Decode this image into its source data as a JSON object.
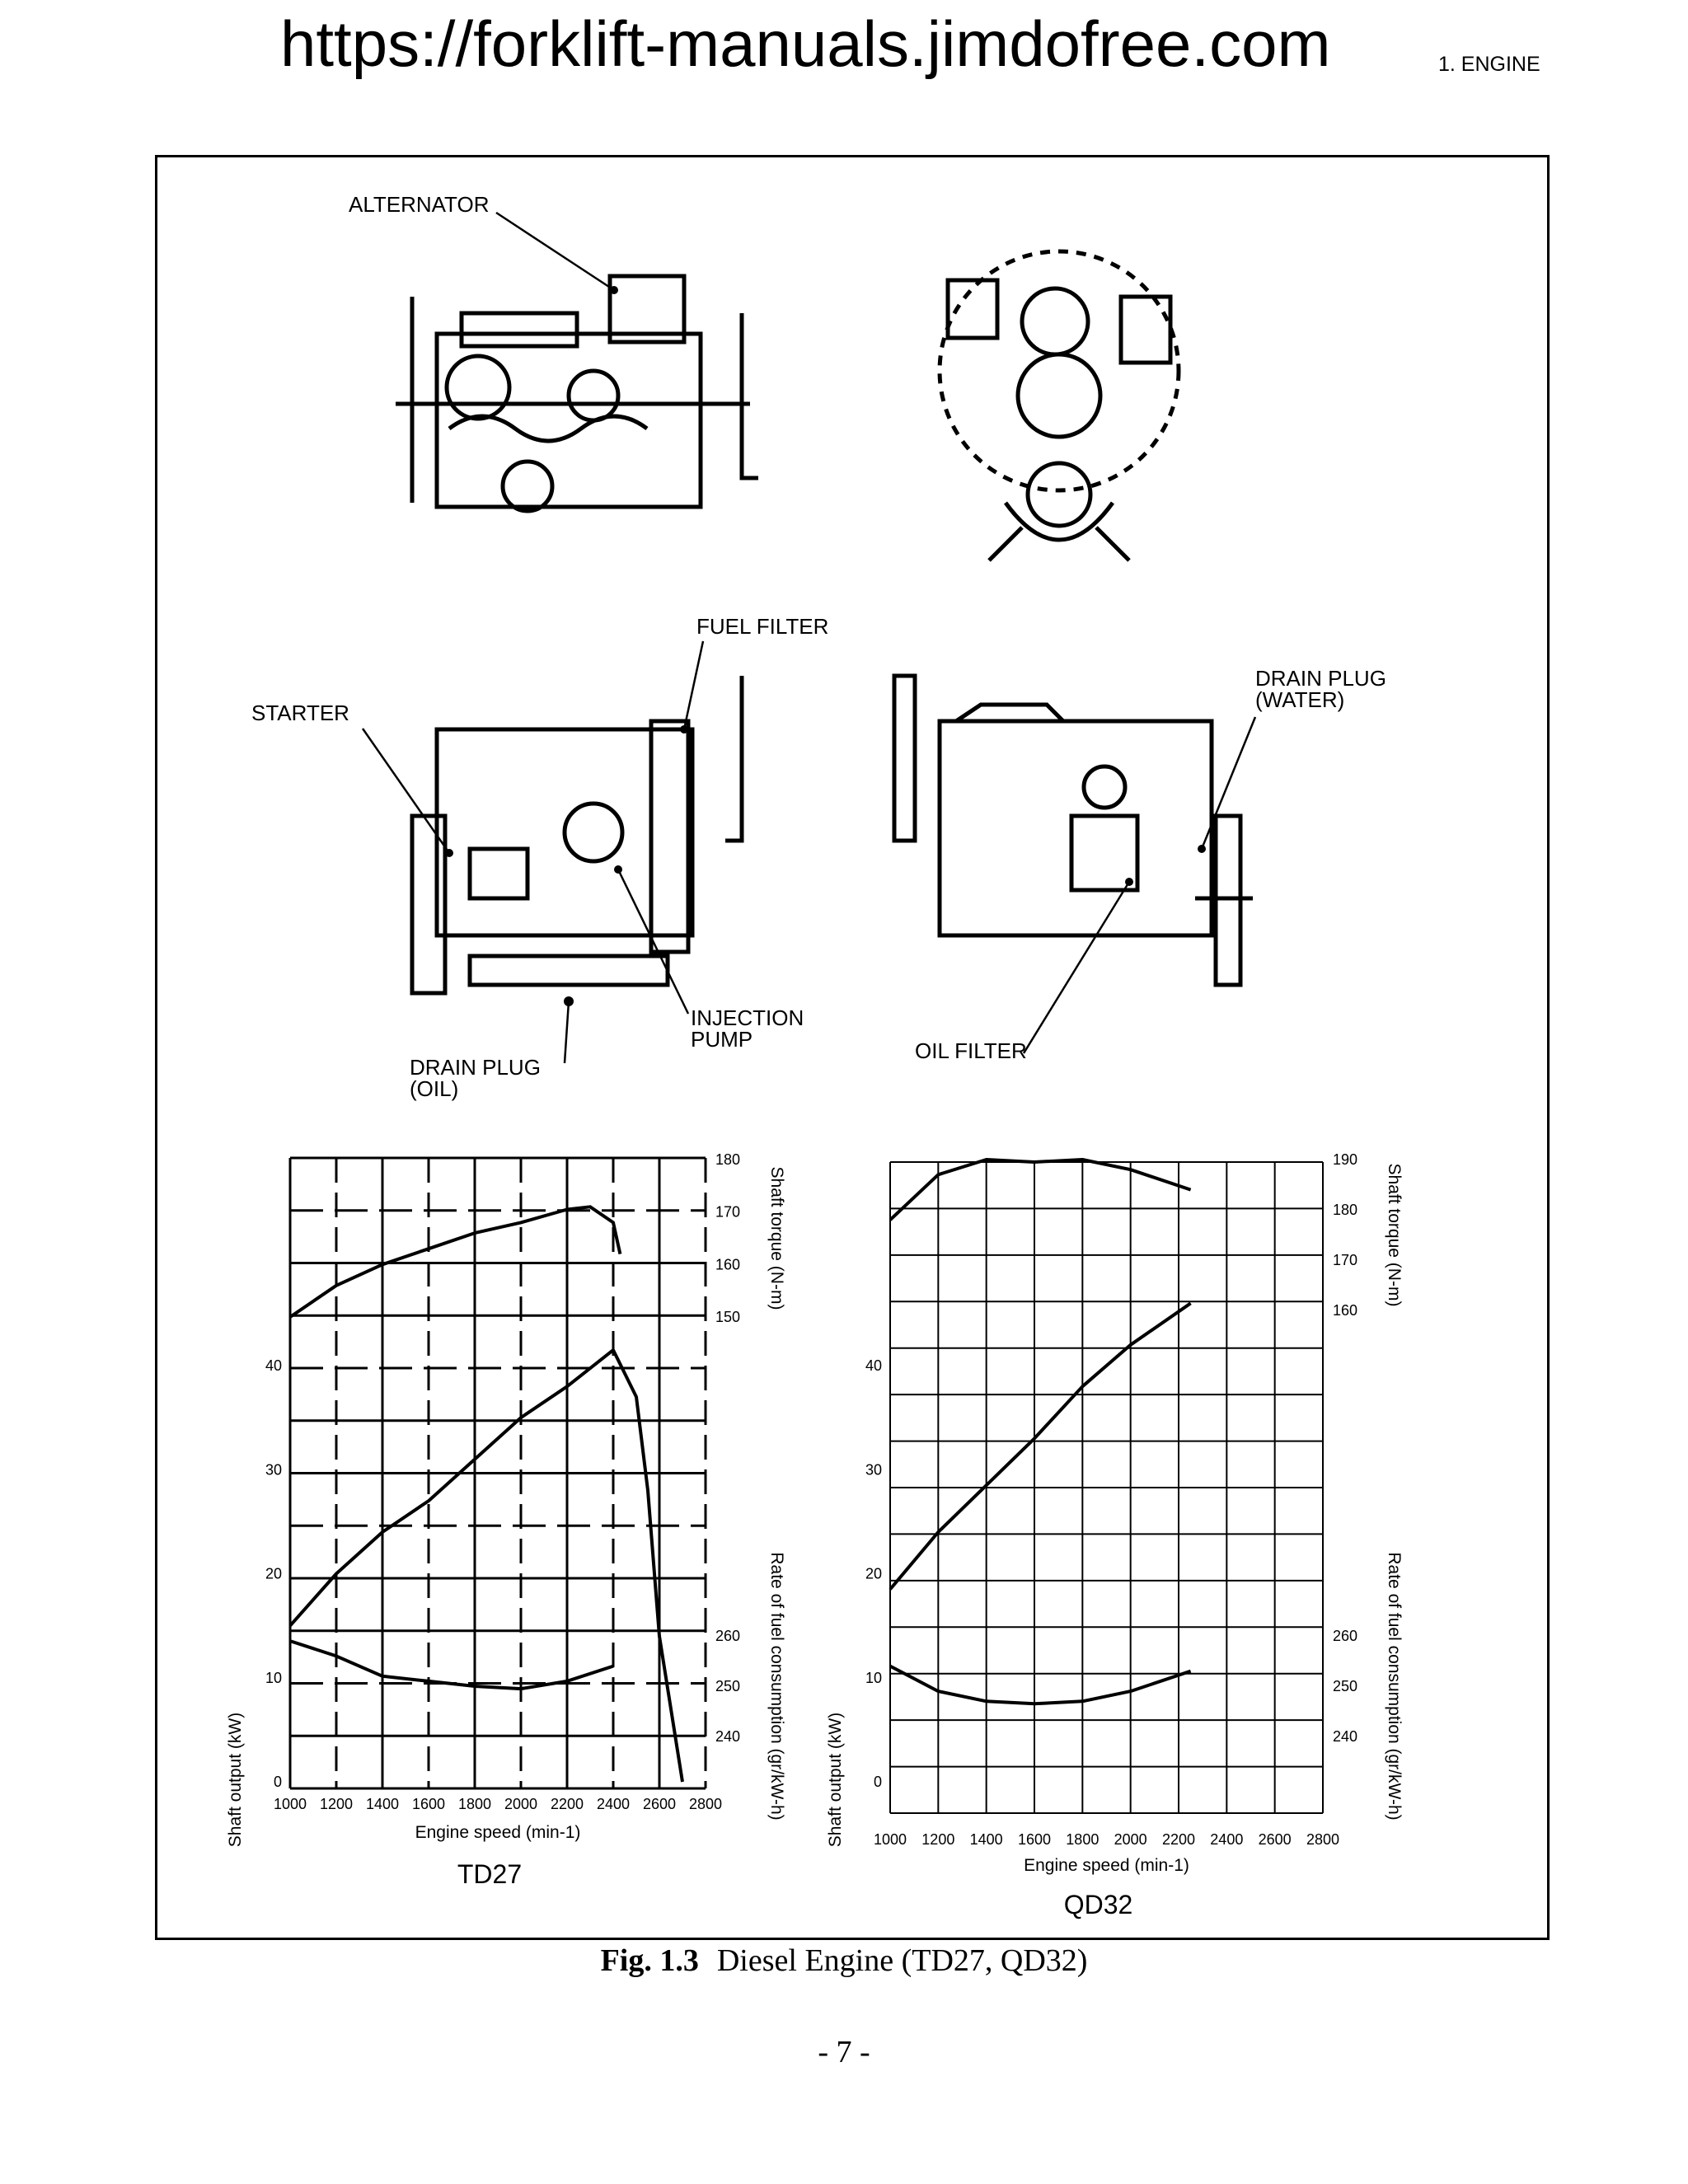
{
  "header": {
    "url": "https://forklift-manuals.jimdofree.com",
    "section": "1.  ENGINE"
  },
  "labels": {
    "alternator": "ALTERNATOR",
    "fuel_filter": "FUEL FILTER",
    "starter": "STARTER",
    "drain_plug_water": "DRAIN PLUG\n(WATER)",
    "injection_pump": "INJECTION\nPUMP",
    "drain_plug_oil": "DRAIN PLUG\n(OIL)",
    "oil_filter": "OIL FILTER"
  },
  "caption": {
    "fig": "Fig. 1.3",
    "text": "Diesel Engine (TD27, QD32)"
  },
  "page_number": "- 7 -",
  "chart_data": [
    {
      "type": "line",
      "name": "TD27",
      "xlabel": "Engine speed (min-1)",
      "x_ticks": [
        1000,
        1200,
        1400,
        1600,
        1800,
        2000,
        2200,
        2400,
        2600,
        2800
      ],
      "left_axis": {
        "label": "Shaft output (kW)",
        "ticks": [
          0,
          10,
          20,
          30,
          40
        ]
      },
      "right_axis_torque": {
        "label": "Shaft torque (N-m)",
        "ticks": [
          150,
          160,
          170,
          180
        ]
      },
      "right_axis_fuel": {
        "label": "Rate of fuel consumption (gr/kW-h)",
        "ticks": [
          240,
          250,
          260
        ]
      },
      "series": [
        {
          "name": "Shaft torque",
          "axis": "torque",
          "x": [
            1000,
            1200,
            1400,
            1600,
            1800,
            2000,
            2200,
            2300,
            2400,
            2430
          ],
          "y": [
            150,
            156,
            160,
            163,
            166,
            168,
            170.5,
            171,
            168,
            162
          ]
        },
        {
          "name": "Shaft output",
          "axis": "output",
          "x": [
            1000,
            1200,
            1400,
            1600,
            1800,
            2000,
            2200,
            2400,
            2500,
            2550,
            2600,
            2700
          ],
          "y": [
            15,
            20,
            24,
            27,
            31,
            35,
            38,
            41.5,
            37,
            28,
            14,
            0
          ]
        },
        {
          "name": "Rate of fuel consumption",
          "axis": "fuel",
          "x": [
            1000,
            1200,
            1400,
            1600,
            1800,
            2000,
            2200,
            2400
          ],
          "y": [
            259,
            256,
            252,
            251,
            250,
            249.5,
            251,
            254
          ]
        }
      ]
    },
    {
      "type": "line",
      "name": "QD32",
      "xlabel": "Engine speed (min-1)",
      "x_ticks": [
        1000,
        1200,
        1400,
        1600,
        1800,
        2000,
        2200,
        2400,
        2600,
        2800
      ],
      "left_axis": {
        "label": "Shaft output (kW)",
        "ticks": [
          0,
          10,
          20,
          30,
          40
        ]
      },
      "right_axis_torque": {
        "label": "Shaft torque (N-m)",
        "ticks": [
          160,
          170,
          180,
          190
        ]
      },
      "right_axis_fuel": {
        "label": "Rate of fuel consumption (gr/kW-h)",
        "ticks": [
          240,
          250,
          260
        ]
      },
      "series": [
        {
          "name": "Shaft torque",
          "axis": "torque",
          "x": [
            1000,
            1200,
            1400,
            1600,
            1800,
            2000,
            2250
          ],
          "y": [
            178,
            187,
            190,
            189.5,
            190,
            188,
            184
          ]
        },
        {
          "name": "Shaft output",
          "axis": "output",
          "x": [
            1000,
            1200,
            1400,
            1600,
            1800,
            2000,
            2250
          ],
          "y": [
            18.5,
            24,
            28.5,
            33,
            38,
            42,
            46
          ]
        },
        {
          "name": "Rate of fuel consumption",
          "axis": "fuel",
          "x": [
            1000,
            1200,
            1400,
            1600,
            1800,
            2000,
            2250
          ],
          "y": [
            254,
            249,
            247,
            246.5,
            247,
            249,
            253
          ]
        }
      ]
    }
  ]
}
